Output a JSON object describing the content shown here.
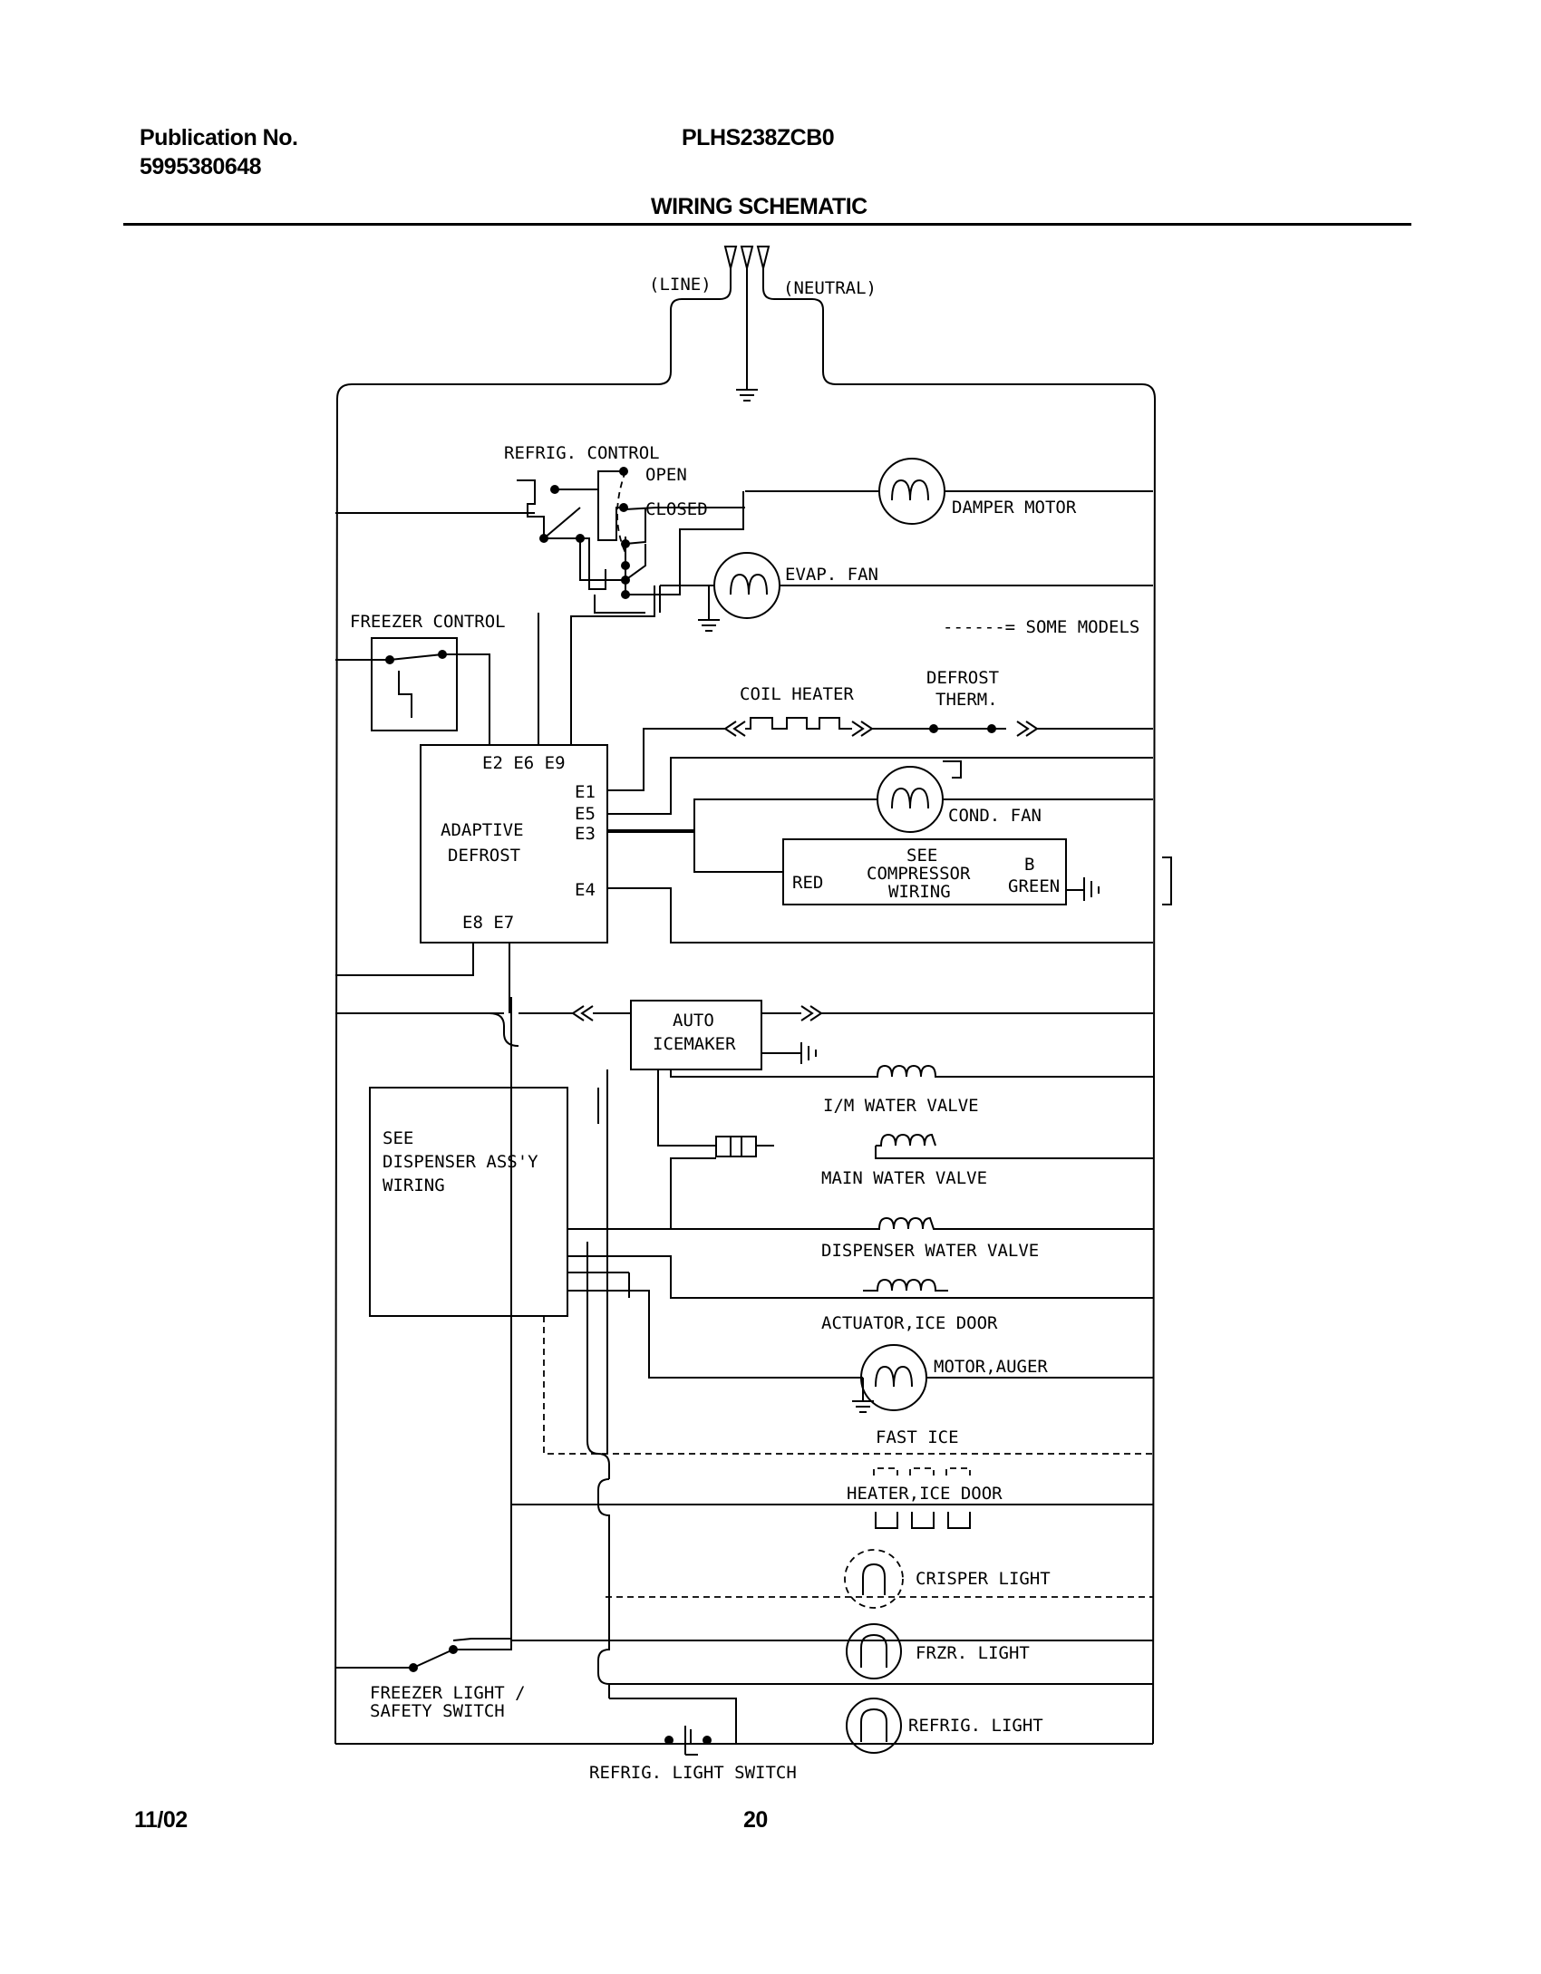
{
  "header": {
    "pub_label": "Publication No.",
    "pub_number": "5995380648",
    "model": "PLHS238ZCB0",
    "title": "WIRING SCHEMATIC"
  },
  "footer": {
    "date": "11/02",
    "page": "20"
  },
  "labels": {
    "line": "(LINE)",
    "neutral": "(NEUTRAL)",
    "refrig_control": "REFRIG. CONTROL",
    "open": "OPEN",
    "closed": "CLOSED",
    "damper_motor": "DAMPER MOTOR",
    "evap_fan": "EVAP. FAN",
    "freezer_control": "FREEZER CONTROL",
    "some_models": "------= SOME MODELS",
    "coil_heater": "COIL HEATER",
    "defrost_1": "DEFROST",
    "defrost_2": "THERM.",
    "e2e6e9": "E2 E6 E9",
    "e1": "E1",
    "e5": "E5",
    "e3": "E3",
    "e4": "E4",
    "e8e7": "E8 E7",
    "adaptive": "ADAPTIVE",
    "defrost_box": "DEFROST",
    "cond_fan": "COND. FAN",
    "see": "SEE",
    "compressor": "COMPRESSOR",
    "wiring": "WIRING",
    "red": "RED",
    "b": "B",
    "green": "GREEN",
    "auto": "AUTO",
    "icemaker": "ICEMAKER",
    "im_water_valve": "I/M WATER VALVE",
    "dispenser_see": "SEE",
    "dispenser_assy": "DISPENSER ASS'Y",
    "dispenser_wiring": "WIRING",
    "main_water_valve": "MAIN WATER VALVE",
    "dispenser_water_valve": "DISPENSER WATER VALVE",
    "actuator_ice_door": "ACTUATOR,ICE DOOR",
    "motor_auger": "MOTOR,AUGER",
    "fast_ice": "FAST ICE",
    "heater_ice_door": "HEATER,ICE DOOR",
    "crisper_light": "CRISPER LIGHT",
    "frzr_light": "FRZR. LIGHT",
    "refrig_light": "REFRIG. LIGHT",
    "freezer_light_1": "FREEZER LIGHT /",
    "freezer_light_2": "SAFETY SWITCH",
    "refrig_light_switch": "REFRIG. LIGHT SWITCH"
  }
}
